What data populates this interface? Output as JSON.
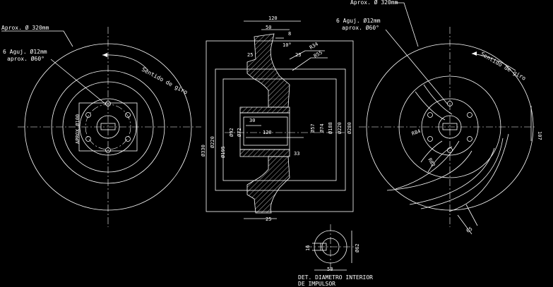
{
  "left_view": {
    "label_diameter": "Aprox. Ø 320mm",
    "label_holes_1": "6 Aguj. Ø12mm",
    "label_holes_2": "aprox. Ø60°",
    "label_rotation": "Sentido de giro",
    "label_hub": "APROX Ø100"
  },
  "section_view": {
    "dims": {
      "d120_top": "120",
      "d50": "50",
      "d8": "8",
      "d10deg": "10°",
      "r34": "R34",
      "r55": "R55",
      "d25_left": "25",
      "d23": "23",
      "d330": "Ø330",
      "d220": "Ø220",
      "d195": "Ø195",
      "d92": "Ø92",
      "d72": "Ø72",
      "d30": "30",
      "d120_mid": "120",
      "d57": "Ø57",
      "d74": "Ø74",
      "d188": "Ø188",
      "d220_r": "Ø220",
      "d280": "Ø280",
      "d33": "33",
      "d25_bottom": "25"
    }
  },
  "right_view": {
    "label_diameter": "Aprox. Ø 320mm",
    "label_holes_1": "6 Aguj. Ø12mm",
    "label_holes_2": "aprox. Ø60°",
    "label_rotation": "Sentido de giro",
    "r84": "R84",
    "r82": "R82",
    "d65": "65",
    "d107": "107"
  },
  "detail": {
    "d16": "16",
    "d62": "Ø62",
    "d58": "58",
    "caption_1": "DET. DIAMETRO INTERIOR",
    "caption_2": "DE IMPULSOR"
  }
}
